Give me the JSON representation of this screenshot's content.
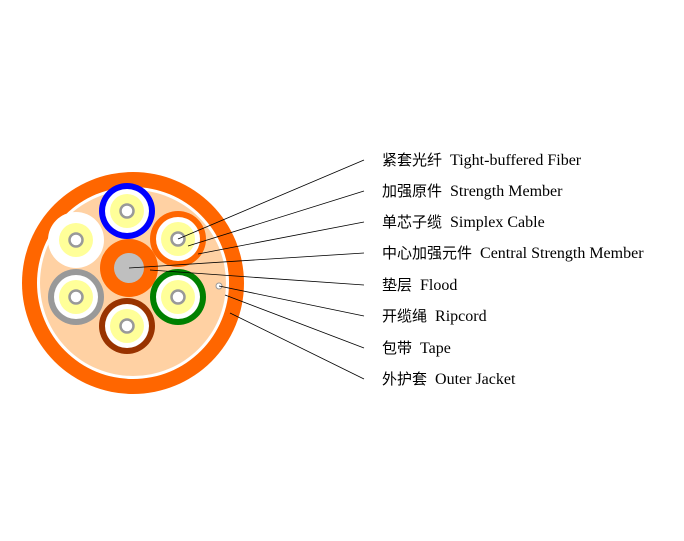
{
  "callouts": [
    {
      "cn": "紧套光纤",
      "en": "Tight-buffered Fiber"
    },
    {
      "cn": "加强原件",
      "en": "Strength Member"
    },
    {
      "cn": "单芯子缆",
      "en": "Simplex Cable"
    },
    {
      "cn": "中心加强元件",
      "en": "Central Strength Member"
    },
    {
      "cn": "垫层",
      "en": "Flood"
    },
    {
      "cn": "开缆绳",
      "en": "Ripcord"
    },
    {
      "cn": "包带",
      "en": "Tape"
    },
    {
      "cn": "外护套",
      "en": "Outer Jacket"
    }
  ],
  "colors": {
    "outer_jacket": "#ff6600",
    "tape": "#ffffff",
    "flood": "#ffd1a3",
    "central_member": "#bfbfbf",
    "central_jacket": "#ff6600",
    "strength_yarn": "#ffff99",
    "fiber_buffer": "#ffffff",
    "fiber_core_ring": "#999999",
    "unit_blue": "#0000ff",
    "unit_orange": "#ff6600",
    "unit_green": "#008000",
    "unit_brown": "#993300",
    "unit_gray": "#999999",
    "unit_white": "#ffffff"
  }
}
